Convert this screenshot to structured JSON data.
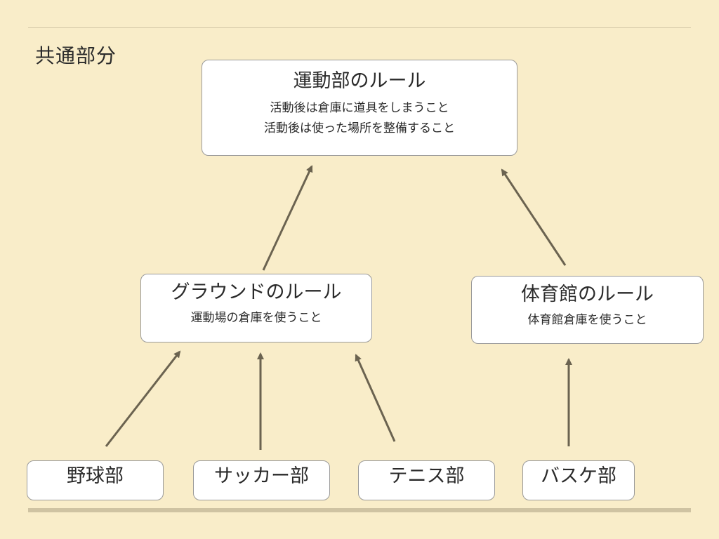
{
  "slide": {
    "title": "共通部分"
  },
  "boxes": {
    "top": {
      "title": "運動部のルール",
      "lines": [
        "活動後は倉庫に道具をしまうこと",
        "活動後は使った場所を整備すること"
      ]
    },
    "ground": {
      "title": "グラウンドのルール",
      "lines": [
        "運動場の倉庫を使うこと"
      ]
    },
    "gym": {
      "title": "体育館のルール",
      "lines": [
        "体育館倉庫を使うこと"
      ]
    }
  },
  "clubs": {
    "baseball": "野球部",
    "soccer": "サッカー部",
    "tennis": "テニス部",
    "basketball": "バスケ部"
  },
  "edges": [
    {
      "from": "ground",
      "to": "top"
    },
    {
      "from": "gym",
      "to": "top"
    },
    {
      "from": "baseball",
      "to": "ground"
    },
    {
      "from": "soccer",
      "to": "ground"
    },
    {
      "from": "tennis",
      "to": "ground"
    },
    {
      "from": "basketball",
      "to": "gym"
    }
  ],
  "colors": {
    "background": "#f9edc9",
    "box_fill": "#ffffff",
    "box_border": "#9a9a9a",
    "arrow": "#6b6350"
  }
}
